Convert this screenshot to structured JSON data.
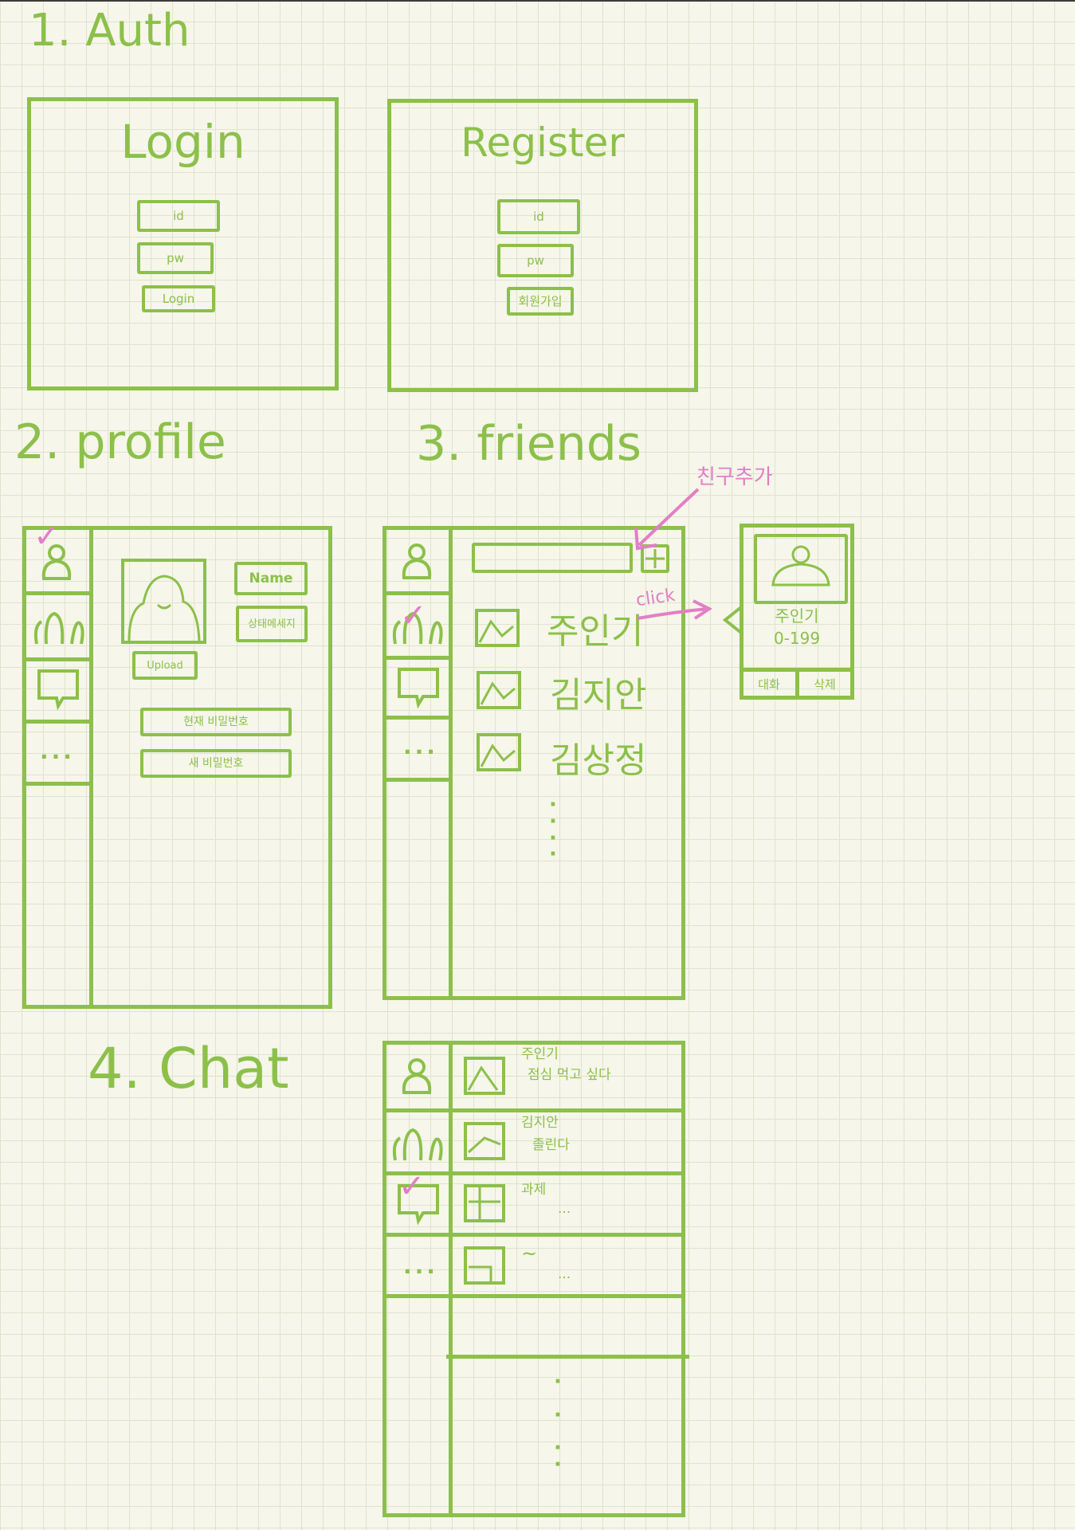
{
  "sections": {
    "auth": "1. Auth",
    "profile": "2. profile",
    "friends": "3. friends",
    "chat": "4. Chat"
  },
  "login": {
    "title": "Login",
    "id_field": "id",
    "pw_field": "pw",
    "button": "Login"
  },
  "register": {
    "title": "Register",
    "id_field": "id",
    "pw_field": "pw",
    "button": "회원가입"
  },
  "profile": {
    "name_field": "Name",
    "status_field": "상태메세지",
    "upload_button": "Upload",
    "current_password": "현재 비밀번호",
    "new_password": "새 비밀번호",
    "more_icon": "..."
  },
  "friends": {
    "add_friend_note": "친구추가",
    "click_note": "click",
    "items": [
      "주인기",
      "김지안",
      "김상정"
    ],
    "popup_name": "주인기",
    "popup_id": "0-199",
    "popup_chat": "대화",
    "popup_delete": "삭제",
    "more_icon": "..."
  },
  "chat": {
    "rows": [
      {
        "name": "주인기",
        "message": "점심 먹고 싶다"
      },
      {
        "name": "김지안",
        "message": "졸린다"
      },
      {
        "name": "과제",
        "message": "..."
      },
      {
        "name": "~",
        "message": "..."
      }
    ],
    "more_icon": "..."
  },
  "colors": {
    "sketch": "#8cc04a",
    "annotation": "#e27fc5",
    "paper": "#f6f6ea",
    "grid": "#dfe3cf"
  }
}
